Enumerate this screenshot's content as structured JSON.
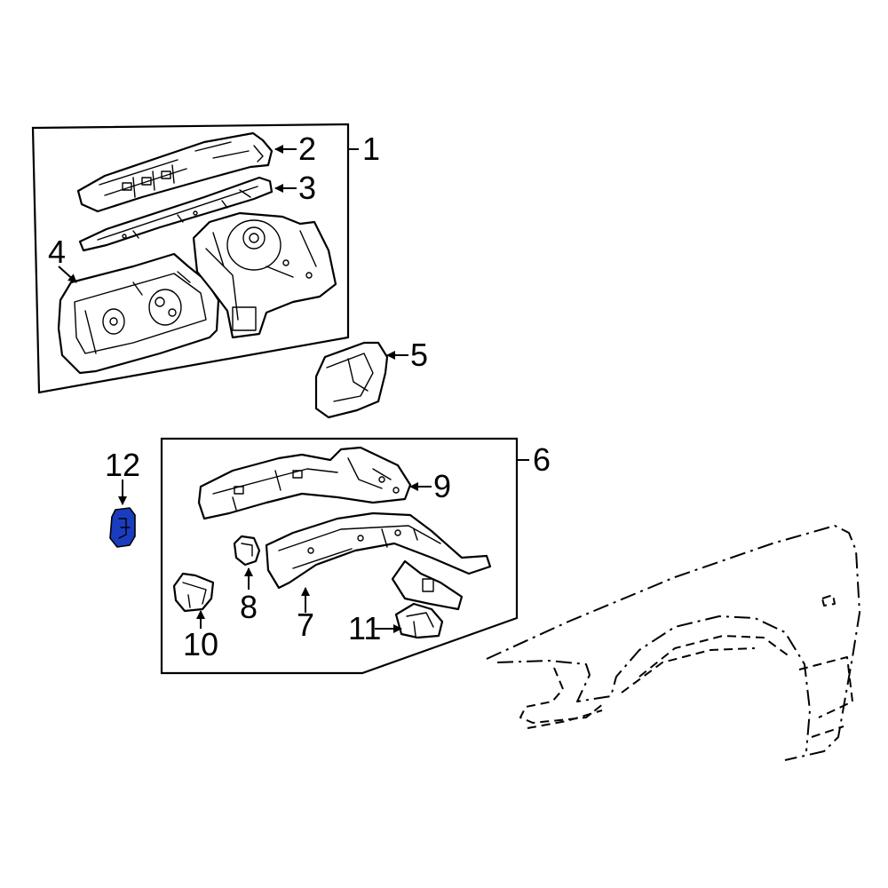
{
  "diagram": {
    "callouts": {
      "c1": "1",
      "c2": "2",
      "c3": "3",
      "c4": "4",
      "c5": "5",
      "c6": "6",
      "c7": "7",
      "c8": "8",
      "c9": "9",
      "c10": "10",
      "c11": "11",
      "c12": "12"
    },
    "highlight_part": "12",
    "highlight_color": "#1a3dbf",
    "line_color": "#000000",
    "background_color": "#ffffff"
  }
}
